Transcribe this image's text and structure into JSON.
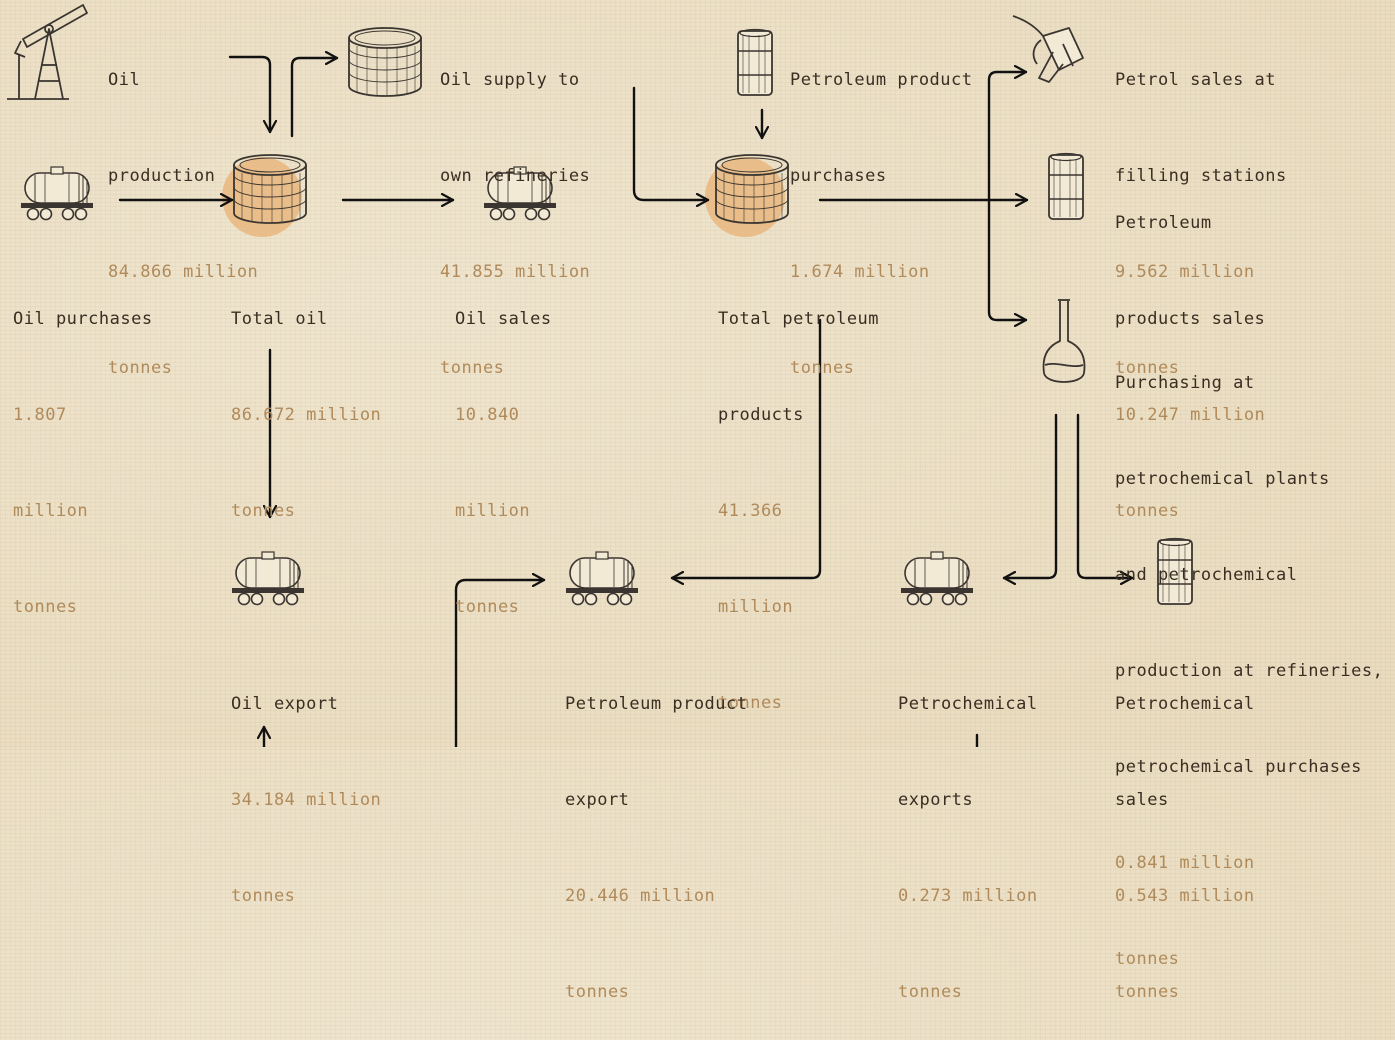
{
  "colors": {
    "text": "#3a2e22",
    "value": "#b08a5a",
    "arrow": "#111111",
    "highlight": "#e7b77f",
    "icon_stroke": "#3a3530"
  },
  "nodes": {
    "oil_production": {
      "name": [
        "Oil",
        "production"
      ],
      "value": [
        "84.866 million",
        "tonnes"
      ],
      "icon": "oil-pump-jack-icon"
    },
    "oil_supply_refineries": {
      "name": [
        "Oil supply to",
        "own refineries"
      ],
      "value": [
        "41.855 million",
        "tonnes"
      ],
      "icon": "storage-tank-icon"
    },
    "petroleum_product_purchases": {
      "name": [
        "Petroleum product",
        "purchases"
      ],
      "value": [
        "1.674 million",
        "tonnes"
      ],
      "icon": "oil-barrel-icon"
    },
    "petrol_sales_filling": {
      "name": [
        "Petrol sales at",
        "filling stations"
      ],
      "value": [
        "9.562 million",
        "tonnes"
      ],
      "icon": "fuel-nozzle-icon"
    },
    "oil_purchases": {
      "name": [
        "Oil purchases"
      ],
      "value": [
        "1.807",
        "million",
        "tonnes"
      ],
      "icon": "tank-wagon-icon"
    },
    "total_oil": {
      "name": [
        "Total oil"
      ],
      "value": [
        "86.672 million",
        "tonnes"
      ],
      "icon": "storage-tank-icon"
    },
    "oil_sales": {
      "name": [
        "Oil sales"
      ],
      "value": [
        "10.840",
        "million",
        "tonnes"
      ],
      "icon": "tank-wagon-icon"
    },
    "total_petroleum_products": {
      "name": [
        "Total petroleum",
        "products"
      ],
      "value": [
        "41.366",
        "million",
        "tonnes"
      ],
      "icon": "storage-tank-icon"
    },
    "petroleum_products_sales": {
      "name": [
        "Petroleum",
        "products sales"
      ],
      "value": [
        "10.247 million",
        "tonnes"
      ],
      "icon": "oil-barrel-icon"
    },
    "petrochemical_purchasing": {
      "name": [
        "Purchasing at",
        "petrochemical plants",
        "and petrochemical",
        "production at refineries,",
        "petrochemical purchases"
      ],
      "value": [
        "0.841 million",
        "tonnes"
      ],
      "icon": "flask-icon"
    },
    "oil_export": {
      "name": [
        "Oil export"
      ],
      "value": [
        "34.184 million",
        "tonnes"
      ],
      "icon": "tank-wagon-icon"
    },
    "petroleum_product_export": {
      "name": [
        "Petroleum product",
        "export"
      ],
      "value": [
        "20.446 million",
        "tonnes"
      ],
      "icon": "tank-wagon-icon"
    },
    "petrochemical_exports": {
      "name": [
        "Petrochemical",
        "exports"
      ],
      "value": [
        "0.273 million",
        "tonnes"
      ],
      "icon": "tank-wagon-icon"
    },
    "petrochemical_sales": {
      "name": [
        "Petrochemical",
        "sales"
      ],
      "value": [
        "0.543 million",
        "tonnes"
      ],
      "icon": "oil-barrel-icon"
    }
  }
}
